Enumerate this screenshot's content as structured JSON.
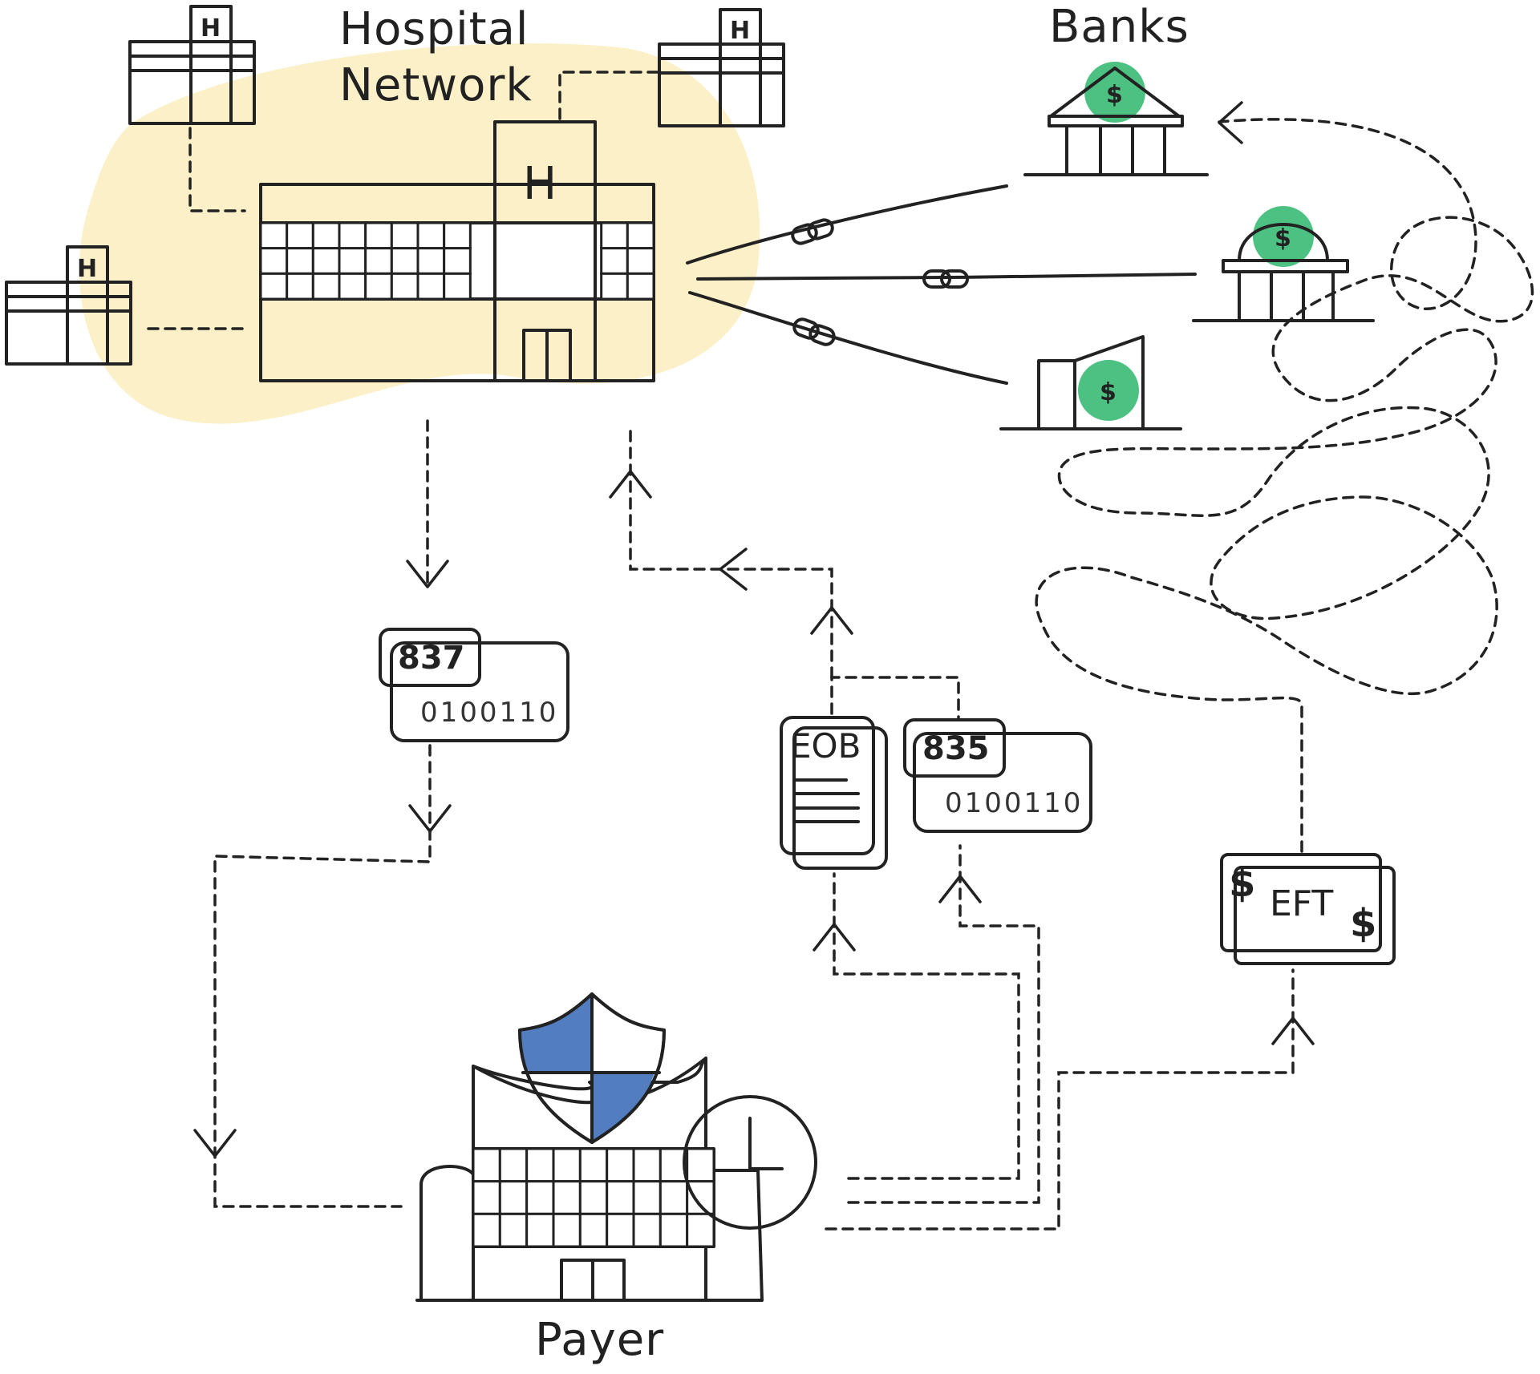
{
  "labels": {
    "hospital_network": [
      "Hospital",
      "Network"
    ],
    "banks": "Banks",
    "payer": "Payer"
  },
  "documents": {
    "claim": {
      "code": "837",
      "binary": "0100110"
    },
    "remit": {
      "code": "835",
      "binary": "0100110"
    },
    "eob": "EOB",
    "eft": "EFT"
  },
  "symbols": {
    "hospital": "H",
    "currency": "$"
  },
  "colors": {
    "hospital_blue": "#527DBF",
    "network_blob": "#FBF0C8",
    "tag_yellow": "#F9D267",
    "money_green": "#4CC182",
    "ink": "#222222"
  },
  "icons": [
    "hospital-icon",
    "bank-icon",
    "shield-icon",
    "clock-icon",
    "document-icon",
    "money-icon",
    "chain-link-icon",
    "arrow-icon"
  ]
}
